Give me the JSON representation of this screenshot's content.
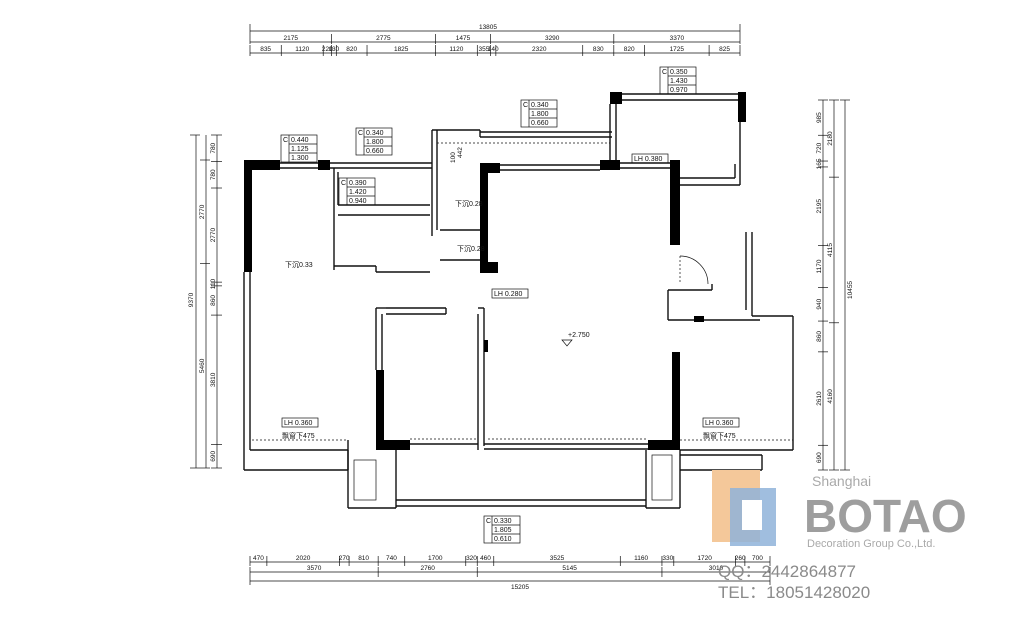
{
  "dims_top_total": "13805",
  "dims_top_mid": [
    "2175",
    "2775",
    "1475",
    "3290",
    "3370"
  ],
  "dims_top_inner": [
    "835",
    "1120",
    "220",
    "130",
    "820",
    "1825",
    "1120",
    "355",
    "140",
    "2320",
    "830",
    "820",
    "1725",
    "825"
  ],
  "dims_bottom_inner": [
    "470",
    "2020",
    "270",
    "810",
    "740",
    "1700",
    "320",
    "460",
    "3525",
    "1160",
    "330",
    "1720",
    "260",
    "700"
  ],
  "dims_bottom_mid": [
    "3570",
    "2760",
    "5145",
    "3010"
  ],
  "dims_bottom_total": "15205",
  "dims_left_outer": "9370",
  "dims_left_mid": [
    "2770",
    "5460"
  ],
  "dims_left_inner": [
    "780",
    "780",
    "2770",
    "110",
    "860",
    "3810",
    "690"
  ],
  "dims_right_outer": "10455",
  "dims_right_mid": [
    "2180",
    "4115",
    "4160"
  ],
  "dims_right_inner": [
    "985",
    "720",
    "165",
    "2195",
    "1170",
    "940",
    "860",
    "2610",
    "690"
  ],
  "windows": [
    {
      "c": "C",
      "v1": "0.440",
      "v2": "1.125",
      "v3": "1.300"
    },
    {
      "c": "C",
      "v1": "0.340",
      "v2": "1.800",
      "v3": "0.660"
    },
    {
      "c": "C",
      "v1": "0.390",
      "v2": "1.420",
      "v3": "0.940"
    },
    {
      "c": "C",
      "v1": "0.340",
      "v2": "1.800",
      "v3": "0.660"
    },
    {
      "c": "C",
      "v1": "0.350",
      "v2": "1.430",
      "v3": "0.970"
    },
    {
      "c": "C",
      "v1": "0.330",
      "v2": "1.805",
      "v3": "0.610"
    }
  ],
  "lh_labels": [
    "LH 0.380",
    "LH 0.280",
    "LH 0.360",
    "LH 0.360"
  ],
  "sink_labels": [
    "下沉0.33",
    "下沉0.28",
    "下沉0.28"
  ],
  "bay_labels": [
    "飘窗下475",
    "飘窗下475"
  ],
  "level_mark": "+2.750",
  "small_dim": "442",
  "small_dim2": "100",
  "logo": {
    "city": "Shanghai",
    "brand": "BOTAO",
    "group": "Decoration Group Co.,Ltd.",
    "qq": "QQ：2442864877",
    "tel": "TEL：18051428020",
    "color_orange": "#f4c89a",
    "color_blue": "#8fb3d9"
  }
}
